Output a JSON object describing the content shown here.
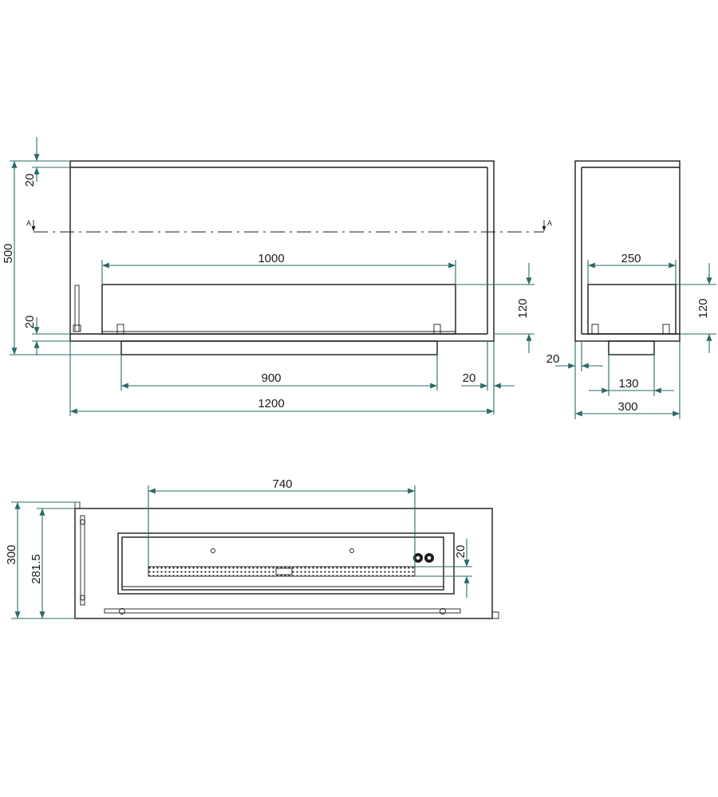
{
  "colors": {
    "line": "#1b1b1b",
    "dimension": "#2a6b66",
    "background": "#ffffff"
  },
  "section_marker": "A",
  "front_view": {
    "width": "1200",
    "height": "500",
    "top_wall": "20",
    "bottom_wall": "20",
    "side_wall": "20",
    "burner_length": "1000",
    "base_length": "900",
    "burner_height": "120"
  },
  "side_view": {
    "depth": "300",
    "burner_depth": "250",
    "base_depth": "130",
    "wall": "20",
    "burner_height": "120"
  },
  "top_view": {
    "overall_depth": "300",
    "inner_depth": "281.5",
    "burner_opening": "740",
    "slot_width": "20"
  }
}
